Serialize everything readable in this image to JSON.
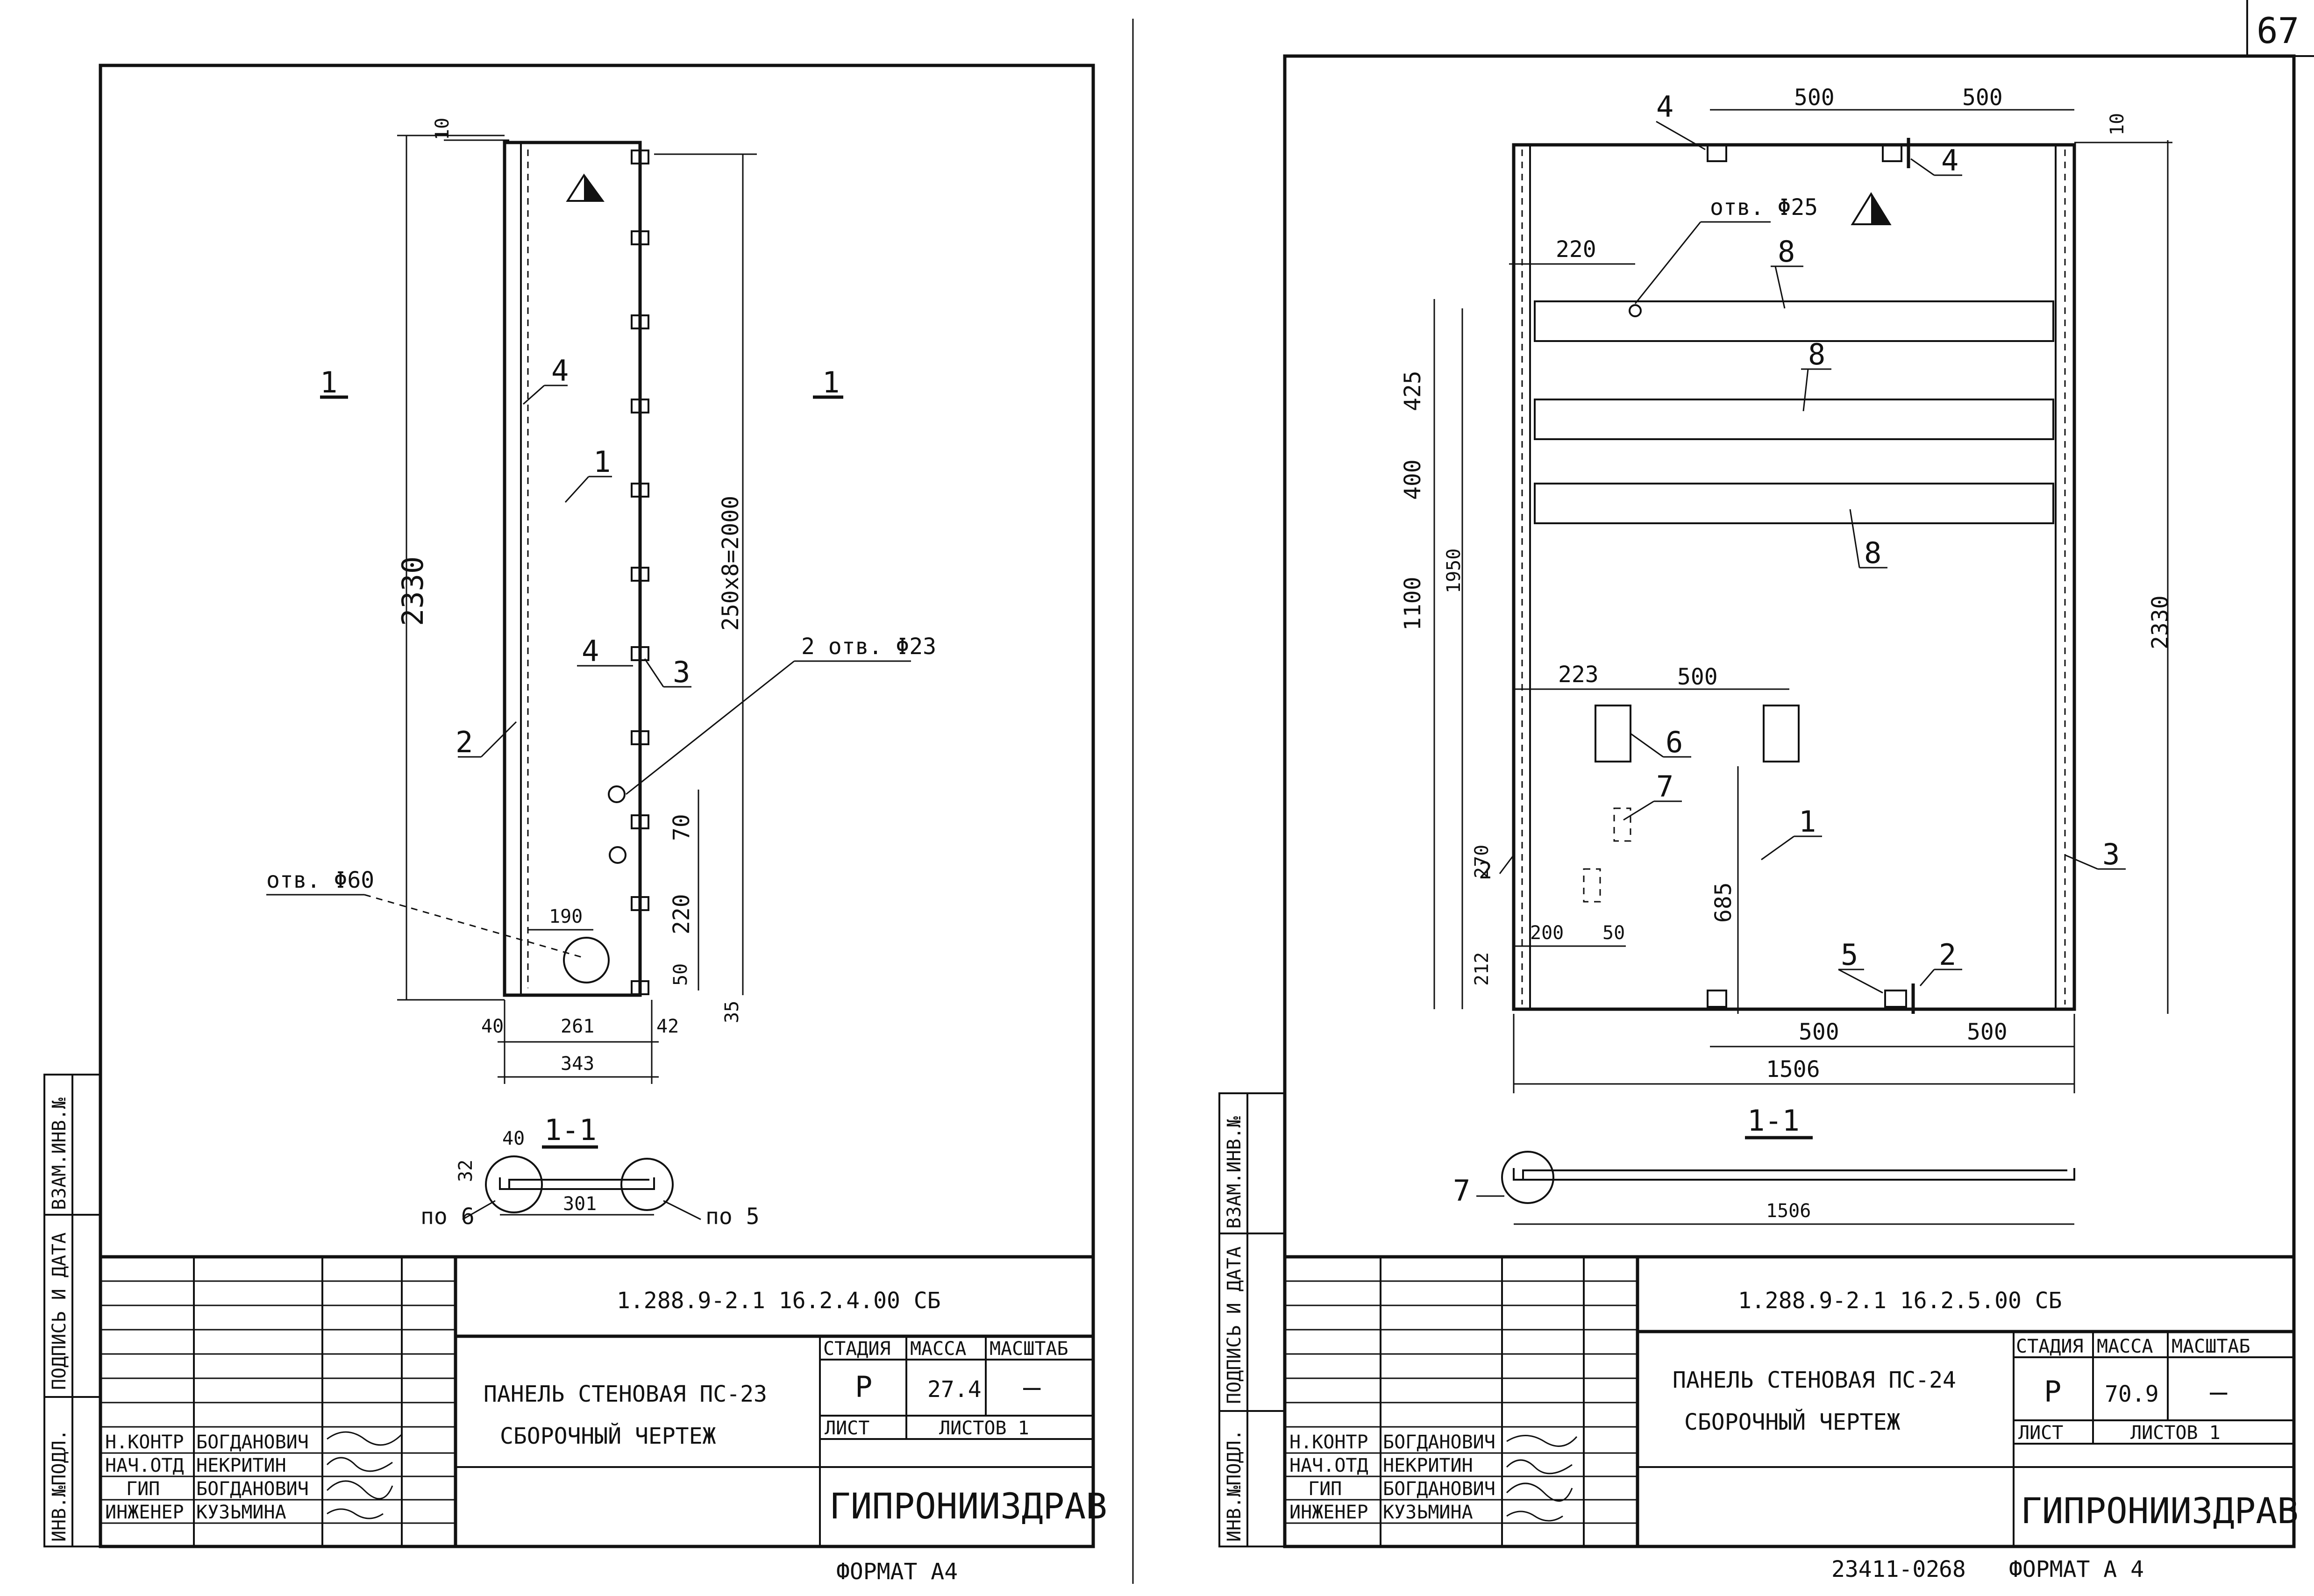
{
  "page_number": "67",
  "bottom_note": "23411-02",
  "bottom_sheet": "68",
  "left": {
    "designation": "1.288.9-2.1 16.2.4.00 СБ",
    "title_line1": "ПАНЕЛЬ СТЕНОВАЯ ПС-23",
    "title_line2": "СБОРОЧНЫЙ ЧЕРТЕЖ",
    "stage_label": "СТАДИЯ",
    "mass_label": "МАССА",
    "scale_label": "МАСШТАБ",
    "stage": "Р",
    "mass": "27.4",
    "scale": "—",
    "sheet_label": "ЛИСТ",
    "sheets_label": "ЛИСТОВ 1",
    "org": "ГИПРОНИИЗДРАВ",
    "format": "ФОРМАТ А4",
    "roles": [
      "Н.КОНТР",
      "НАЧ.ОТД",
      "ГИП",
      "ИНЖЕНЕР"
    ],
    "names": [
      "БОГДАНОВИЧ",
      "НЕКРИТИН",
      "БОГДАНОВИЧ",
      "КУЗЬМИНА"
    ],
    "side_labels": [
      "ИНВ.№ПОДЛ.",
      "ПОДПИСЬ И ДАТА",
      "ВЗАМ.ИНВ.№"
    ],
    "section_mark": "1-1",
    "section_arrow": "1",
    "dims": {
      "d10": "10",
      "height": "2330",
      "pitch": "250x8=2000",
      "d70": "70",
      "d220": "220",
      "d50": "50",
      "d35": "35",
      "d190": "190",
      "w40": "40",
      "w261": "261",
      "w42": "42",
      "w343": "343",
      "s32": "32",
      "s40": "40",
      "s301": "301"
    },
    "callouts": {
      "p1": "1",
      "p2": "2",
      "p3": "3",
      "p4a": "4",
      "p4b": "4",
      "holes23": "2 отв. Φ23",
      "hole60": "отв. Φ60",
      "node6": "по 6",
      "node5": "по 5"
    }
  },
  "right": {
    "designation": "1.288.9-2.1 16.2.5.00 СБ",
    "title_line1": "ПАНЕЛЬ СТЕНОВАЯ ПС-24",
    "title_line2": "СБОРОЧНЫЙ ЧЕРТЕЖ",
    "stage_label": "СТАДИЯ",
    "mass_label": "МАССА",
    "scale_label": "МАСШТАБ",
    "stage": "Р",
    "mass": "70.9",
    "scale": "—",
    "sheet_label": "ЛИСТ",
    "sheets_label": "ЛИСТОВ 1",
    "org": "ГИПРОНИИЗДРАВ",
    "format": "ФОРМАТ А 4",
    "roles": [
      "Н.КОНТР",
      "НАЧ.ОТД",
      "ГИП",
      "ИНЖЕНЕР"
    ],
    "names": [
      "БОГДАНОВИЧ",
      "НЕКРИТИН",
      "БОГДАНОВИЧ",
      "КУЗЬМИНА"
    ],
    "side_labels": [
      "ИНВ.№ПОДЛ.",
      "ПОДПИСЬ И ДАТА",
      "ВЗАМ.ИНВ.№"
    ],
    "section_mark": "1-1",
    "dims": {
      "t500a": "500",
      "t500b": "500",
      "d10": "10",
      "d220": "220",
      "d425": "425",
      "d400": "400",
      "d1100": "1100",
      "d1950": "1950",
      "d2330": "2330",
      "d223": "223",
      "d500m": "500",
      "d685": "685",
      "d270": "270",
      "d200": "200",
      "d50": "50",
      "d212": "212",
      "b500a": "500",
      "b500b": "500",
      "w1506": "1506",
      "s1506": "1506"
    },
    "callouts": {
      "p1": "1",
      "p2": "2",
      "p3": "3",
      "p4a": "4",
      "p4b": "4",
      "p5": "5",
      "p6": "6",
      "p7": "7",
      "p8a": "8",
      "p8b": "8",
      "p8c": "8",
      "hole25": "отв. Φ25",
      "s7": "7",
      "p2side": "2"
    }
  }
}
